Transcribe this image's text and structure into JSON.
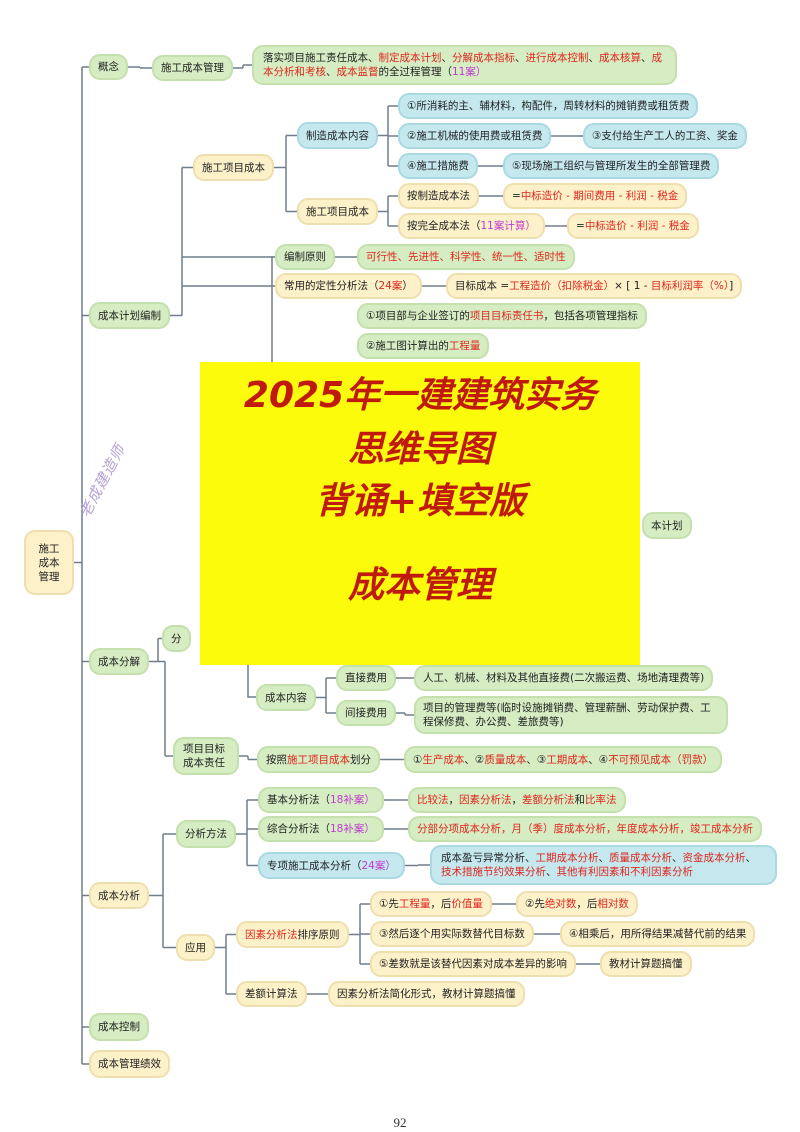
{
  "title": {
    "line1": "2025年一建建筑实务",
    "line2": "思维导图",
    "line3": "背诵+填空版",
    "line4": "成本管理"
  },
  "watermark": "老成建造师",
  "page_number": "92",
  "colors": {
    "green": "#d6ecc3",
    "blue": "#c4e8ee",
    "beige": "#fdf1c9",
    "red": "#e0261d",
    "purple": "#c03ad0",
    "overlay": "#fbfb0b"
  },
  "nodes": {
    "root": {
      "text": [
        {
          "t": "施工成本管理",
          "c": "n"
        }
      ]
    },
    "concept": {
      "text": [
        {
          "t": "概念",
          "c": "n"
        }
      ]
    },
    "concept_mgmt": {
      "text": [
        {
          "t": "施工成本管理",
          "c": "n"
        }
      ]
    },
    "concept_desc": {
      "text": [
        {
          "t": "落实项目施工责任成本、",
          "c": "n"
        },
        {
          "t": "制定成本计划",
          "c": "r"
        },
        {
          "t": "、",
          "c": "n"
        },
        {
          "t": "分解成本指标",
          "c": "r"
        },
        {
          "t": "、",
          "c": "n"
        },
        {
          "t": "进行成本控制",
          "c": "r"
        },
        {
          "t": "、",
          "c": "n"
        },
        {
          "t": "成本核算",
          "c": "r"
        },
        {
          "t": "、",
          "c": "n"
        },
        {
          "t": "成本分析和考核",
          "c": "r"
        },
        {
          "t": "、",
          "c": "n"
        },
        {
          "t": "成本监督",
          "c": "r"
        },
        {
          "t": "的全过程管理（",
          "c": "n"
        },
        {
          "t": "11案",
          "c": "p"
        },
        {
          "t": "）",
          "c": "p"
        }
      ]
    },
    "plan": {
      "text": [
        {
          "t": "成本计划编制",
          "c": "n"
        }
      ]
    },
    "proj_cost": {
      "text": [
        {
          "t": "施工项目成本",
          "c": "n"
        }
      ]
    },
    "mfg_content": {
      "text": [
        {
          "t": "制造成本内容",
          "c": "n"
        }
      ]
    },
    "mfg1": {
      "text": [
        {
          "t": "①所消耗的主、辅材料，构配件，周转材料的摊销费或租赁费",
          "c": "n"
        }
      ]
    },
    "mfg2": {
      "text": [
        {
          "t": "②施工机械的使用费或租赁费",
          "c": "n"
        }
      ]
    },
    "mfg3": {
      "text": [
        {
          "t": "③支付给生产工人的工资、奖金",
          "c": "n"
        }
      ]
    },
    "mfg4": {
      "text": [
        {
          "t": "④施工措施费",
          "c": "n"
        }
      ]
    },
    "mfg5": {
      "text": [
        {
          "t": "⑤现场施工组织与管理所发生的全部管理费",
          "c": "n"
        }
      ]
    },
    "proj_cost2": {
      "text": [
        {
          "t": "施工项目成本",
          "c": "n"
        }
      ]
    },
    "by_mfg": {
      "text": [
        {
          "t": "按制造成本法",
          "c": "n"
        }
      ]
    },
    "by_mfg_f": {
      "text": [
        {
          "t": "=",
          "c": "n"
        },
        {
          "t": "中标造价 - 期间费用 - 利润 - 税金",
          "c": "r"
        }
      ]
    },
    "by_full": {
      "text": [
        {
          "t": "按完全成本法（",
          "c": "n"
        },
        {
          "t": "11案计算",
          "c": "p"
        },
        {
          "t": "）",
          "c": "p"
        }
      ]
    },
    "by_full_f": {
      "text": [
        {
          "t": "=",
          "c": "n"
        },
        {
          "t": "中标造价 - 利润 - 税金",
          "c": "r"
        }
      ]
    },
    "principle": {
      "text": [
        {
          "t": "编制原则",
          "c": "n"
        }
      ]
    },
    "principle_v": {
      "text": [
        {
          "t": "可行性、先进性、科学性、统一性、适时性",
          "c": "r"
        }
      ]
    },
    "qual": {
      "text": [
        {
          "t": "常用的定性分析法（",
          "c": "n"
        },
        {
          "t": "24案",
          "c": "r"
        },
        {
          "t": "）",
          "c": "n"
        }
      ]
    },
    "qual_f": {
      "text": [
        {
          "t": "目标成本 =",
          "c": "n"
        },
        {
          "t": "工程造价（扣除税金）",
          "c": "r"
        },
        {
          "t": "× [ 1 - ",
          "c": "n"
        },
        {
          "t": "目标利润率（%）",
          "c": "r"
        },
        {
          "t": "]",
          "c": "n"
        }
      ]
    },
    "basis1": {
      "text": [
        {
          "t": "①项目部与企业签订的",
          "c": "n"
        },
        {
          "t": "项目目标责任书",
          "c": "r"
        },
        {
          "t": "，包括各项管理指标",
          "c": "n"
        }
      ]
    },
    "basis2": {
      "text": [
        {
          "t": "②施工图计算出的",
          "c": "n"
        },
        {
          "t": "工程量",
          "c": "r"
        }
      ]
    },
    "plan_tail": {
      "text": [
        {
          "t": "本计划",
          "c": "n"
        }
      ]
    },
    "decomp": {
      "text": [
        {
          "t": "成本分解",
          "c": "n"
        }
      ]
    },
    "decomp_a": {
      "text": [
        {
          "t": "分",
          "c": "n"
        }
      ]
    },
    "content": {
      "text": [
        {
          "t": "成本内容",
          "c": "n"
        }
      ]
    },
    "direct": {
      "text": [
        {
          "t": "直接费用",
          "c": "n"
        }
      ]
    },
    "direct_v": {
      "text": [
        {
          "t": "人工、机械、材料及其他直接费(二次搬运费、场地清理费等)",
          "c": "n"
        }
      ]
    },
    "indirect": {
      "text": [
        {
          "t": "间接费用",
          "c": "n"
        }
      ]
    },
    "indirect_v": {
      "text": [
        {
          "t": "项目的管理费等(临时设施摊销费、管理薪酬、劳动保护费、工程保修费、办公费、差旅费等)",
          "c": "n"
        }
      ]
    },
    "target": {
      "text": [
        {
          "t": "项目目标成本责任",
          "c": "n"
        }
      ]
    },
    "by_proj": {
      "text": [
        {
          "t": "按照",
          "c": "n"
        },
        {
          "t": "施工项目成本",
          "c": "r"
        },
        {
          "t": "划分",
          "c": "n"
        }
      ]
    },
    "by_proj_v": {
      "text": [
        {
          "t": "①",
          "c": "n"
        },
        {
          "t": "生产成本",
          "c": "r"
        },
        {
          "t": "、②",
          "c": "n"
        },
        {
          "t": "质量成本",
          "c": "r"
        },
        {
          "t": "、③",
          "c": "n"
        },
        {
          "t": "工期成本",
          "c": "r"
        },
        {
          "t": "、④",
          "c": "n"
        },
        {
          "t": "不可预见成本（罚款）",
          "c": "r"
        }
      ]
    },
    "analysis": {
      "text": [
        {
          "t": "成本分析",
          "c": "n"
        }
      ]
    },
    "methods": {
      "text": [
        {
          "t": "分析方法",
          "c": "n"
        }
      ]
    },
    "basic": {
      "text": [
        {
          "t": "基本分析法（",
          "c": "n"
        },
        {
          "t": "18补案",
          "c": "p"
        },
        {
          "t": "）",
          "c": "p"
        }
      ]
    },
    "basic_v": {
      "text": [
        {
          "t": "比较法",
          "c": "r"
        },
        {
          "t": "，",
          "c": "n"
        },
        {
          "t": "因素分析法",
          "c": "r"
        },
        {
          "t": "，",
          "c": "n"
        },
        {
          "t": "差额分析法",
          "c": "r"
        },
        {
          "t": "和",
          "c": "n"
        },
        {
          "t": "比率法",
          "c": "r"
        }
      ]
    },
    "comp": {
      "text": [
        {
          "t": "综合分析法（",
          "c": "n"
        },
        {
          "t": "18补案",
          "c": "p"
        },
        {
          "t": "）",
          "c": "p"
        }
      ]
    },
    "comp_v": {
      "text": [
        {
          "t": "分部分项成本分析，月（季）度成本分析，年度成本分析，竣工成本分析",
          "c": "r"
        }
      ]
    },
    "special": {
      "text": [
        {
          "t": "专项施工成本分析（",
          "c": "n"
        },
        {
          "t": "24案",
          "c": "p"
        },
        {
          "t": "）",
          "c": "p"
        }
      ]
    },
    "special_v": {
      "text": [
        {
          "t": "成本盈亏异常分析、",
          "c": "n"
        },
        {
          "t": "工期成本分析",
          "c": "r"
        },
        {
          "t": "、",
          "c": "n"
        },
        {
          "t": "质量成本分析",
          "c": "r"
        },
        {
          "t": "、",
          "c": "n"
        },
        {
          "t": "资金成本分析",
          "c": "r"
        },
        {
          "t": "、",
          "c": "n"
        },
        {
          "t": "技术措施节约效果分析",
          "c": "r"
        },
        {
          "t": "、",
          "c": "n"
        },
        {
          "t": "其他有利因素和不利因素分析",
          "c": "r"
        }
      ]
    },
    "apply": {
      "text": [
        {
          "t": "应用",
          "c": "n"
        }
      ]
    },
    "factor": {
      "text": [
        {
          "t": "因素分析法",
          "c": "r"
        },
        {
          "t": "排序原则",
          "c": "n"
        }
      ]
    },
    "f1": {
      "text": [
        {
          "t": "①先",
          "c": "n"
        },
        {
          "t": "工程量",
          "c": "r"
        },
        {
          "t": "，后",
          "c": "n"
        },
        {
          "t": "价值量",
          "c": "r"
        }
      ]
    },
    "f2": {
      "text": [
        {
          "t": "②先",
          "c": "n"
        },
        {
          "t": "绝对数",
          "c": "r"
        },
        {
          "t": "，后",
          "c": "n"
        },
        {
          "t": "相对数",
          "c": "r"
        }
      ]
    },
    "f3": {
      "text": [
        {
          "t": "③然后逐个用实际数替代目标数",
          "c": "n"
        }
      ]
    },
    "f4": {
      "text": [
        {
          "t": "④相乘后，用所得结果减替代前的结果",
          "c": "n"
        }
      ]
    },
    "f5": {
      "text": [
        {
          "t": "⑤差数就是该替代因素对成本差异的影响",
          "c": "n"
        }
      ]
    },
    "f5b": {
      "text": [
        {
          "t": "教材计算题搞懂",
          "c": "n"
        }
      ]
    },
    "diff": {
      "text": [
        {
          "t": "差额计算法",
          "c": "n"
        }
      ]
    },
    "diff_v": {
      "text": [
        {
          "t": "因素分析法简化形式，教材计算题搞懂",
          "c": "n"
        }
      ]
    },
    "control": {
      "text": [
        {
          "t": "成本控制",
          "c": "n"
        }
      ]
    },
    "perf": {
      "text": [
        {
          "t": "成本管理绩效",
          "c": "n"
        }
      ]
    }
  }
}
